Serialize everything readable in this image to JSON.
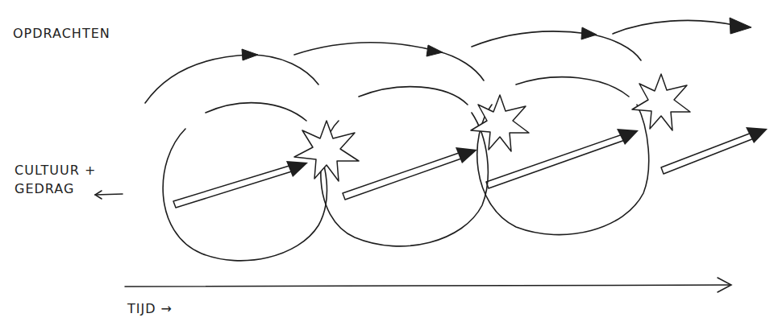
{
  "diagram": {
    "labels": [
      "OPDRACHTEN",
      "CULTUUR + GEDRAG",
      "TIJD →"
    ]
  }
}
